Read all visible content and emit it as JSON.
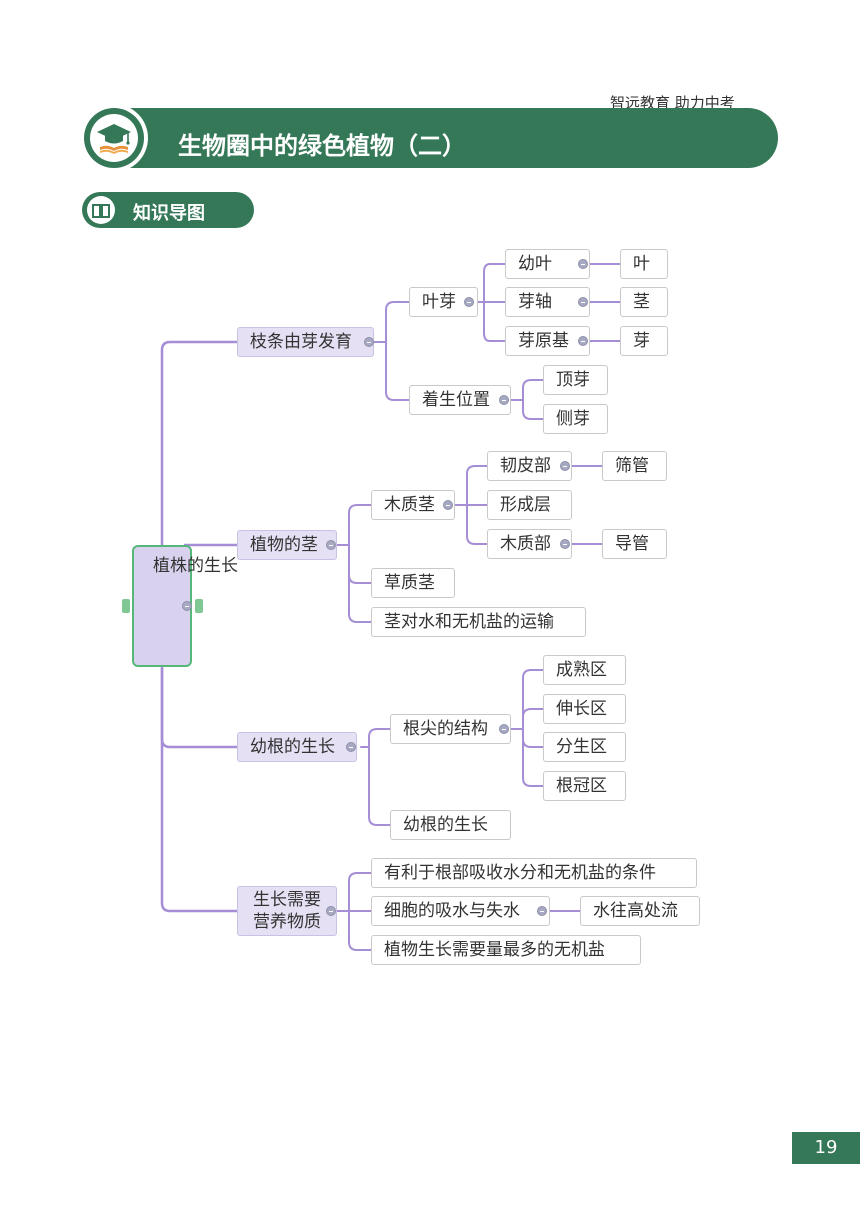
{
  "header": {
    "slogan": "智远教育 助力中考",
    "title": "生物圈中的绿色植物（二）",
    "section": "知识导图"
  },
  "mindmap": {
    "root": "植株的生长",
    "b1": {
      "label": "枝条由芽发育",
      "yeya": "叶芽",
      "youye": "幼叶",
      "ye": "叶",
      "yazhou": "芽轴",
      "jing": "茎",
      "yayuanji": "芽原基",
      "ya": "芽",
      "weizhi": "着生位置",
      "dingya": "顶芽",
      "ceya": "侧芽"
    },
    "b2": {
      "label": "植物的茎",
      "muzhijing": "木质茎",
      "renpibu": "韧皮部",
      "shaiguan": "筛管",
      "xingchengceng": "形成层",
      "muzhibu": "木质部",
      "daoguan": "导管",
      "caozhijing": "草质茎",
      "yunshu": "茎对水和无机盐的运输"
    },
    "b3": {
      "label": "幼根的生长",
      "genjian": "根尖的结构",
      "chengshu": "成熟区",
      "shenchang": "伸长区",
      "fensheng": "分生区",
      "genguan": "根冠区",
      "yougen": "幼根的生长"
    },
    "b4": {
      "line1": "生长需要",
      "line2": "营养物质",
      "tiaojian": "有利于根部吸收水分和无机盐的条件",
      "xishui": "细胞的吸水与失水",
      "shuiwang": "水往高处流",
      "wujiyan": "植物生长需要量最多的无机盐"
    }
  },
  "page_number": "19",
  "colors": {
    "brand_green": "#347857",
    "connector": "#a58ed6",
    "level1_fill": "#e5e0f3"
  }
}
